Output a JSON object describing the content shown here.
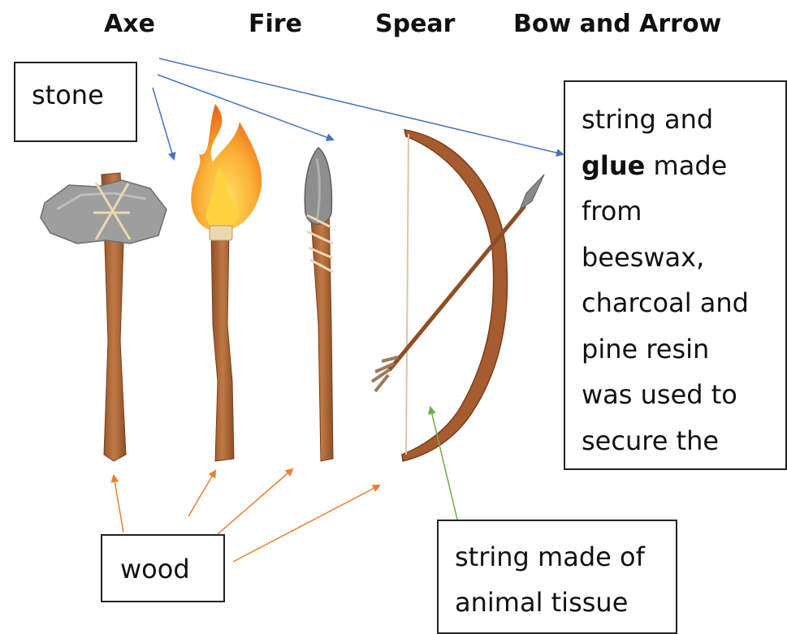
{
  "headers": {
    "axe": "Axe",
    "fire": "Fire",
    "spear": "Spear",
    "bow": "Bow and Arrow"
  },
  "labels": {
    "stone": "stone",
    "wood": "wood",
    "glue_text": {
      "line1": "string and",
      "line2_bold": "glue",
      "line2_rest": " made",
      "line3": "from",
      "line4": "beeswax,",
      "line5": "charcoal and",
      "line6": "pine resin",
      "line7": "was used to",
      "line8": "secure the"
    },
    "string_text": {
      "line1": "string made of",
      "line2": "animal tissue"
    }
  },
  "colors": {
    "blue_arrow": "#4472C4",
    "orange_arrow": "#ED7D31",
    "green_arrow": "#70AD47",
    "wood": "#B4683A",
    "stone": "#9E9E9E",
    "flame_outer": "#F7941D",
    "flame_inner": "#FFD23F"
  },
  "icons": [
    "stone-axe-icon",
    "torch-icon",
    "stone-spear-icon",
    "bow-and-arrow-icon"
  ]
}
